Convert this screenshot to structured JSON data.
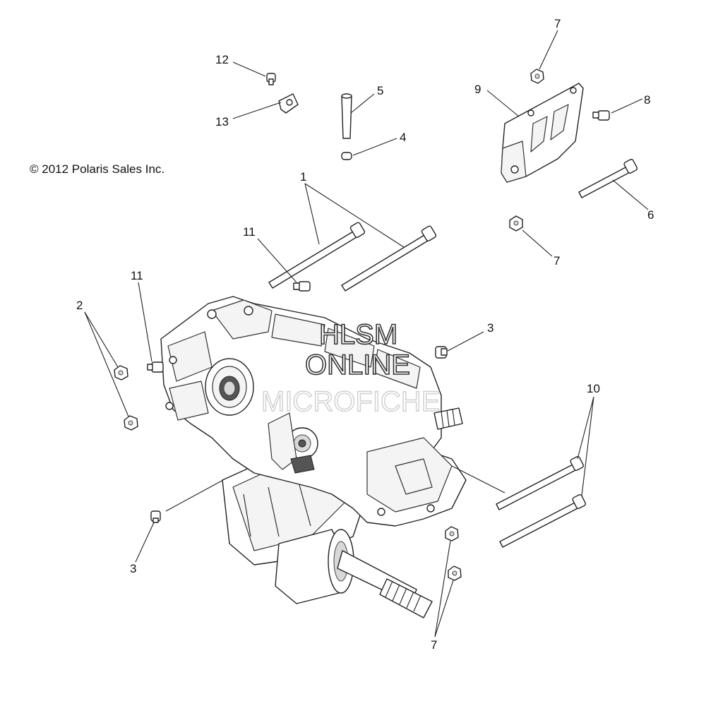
{
  "copyright": "© 2012 Polaris Sales Inc.",
  "watermark": {
    "line1": "HLSM",
    "line2": "ONLINE",
    "line3": "MICROFICHE"
  },
  "callouts": [
    {
      "id": "c1",
      "text": "1"
    },
    {
      "id": "c2",
      "text": "2"
    },
    {
      "id": "c3a",
      "text": "3"
    },
    {
      "id": "c3b",
      "text": "3"
    },
    {
      "id": "c4",
      "text": "4"
    },
    {
      "id": "c5",
      "text": "5"
    },
    {
      "id": "c6",
      "text": "6"
    },
    {
      "id": "c7a",
      "text": "7"
    },
    {
      "id": "c7b",
      "text": "7"
    },
    {
      "id": "c7c",
      "text": "7"
    },
    {
      "id": "c8",
      "text": "8"
    },
    {
      "id": "c9",
      "text": "9"
    },
    {
      "id": "c10",
      "text": "10"
    },
    {
      "id": "c11a",
      "text": "11"
    },
    {
      "id": "c11b",
      "text": "11"
    },
    {
      "id": "c12",
      "text": "12"
    },
    {
      "id": "c13",
      "text": "13"
    }
  ]
}
